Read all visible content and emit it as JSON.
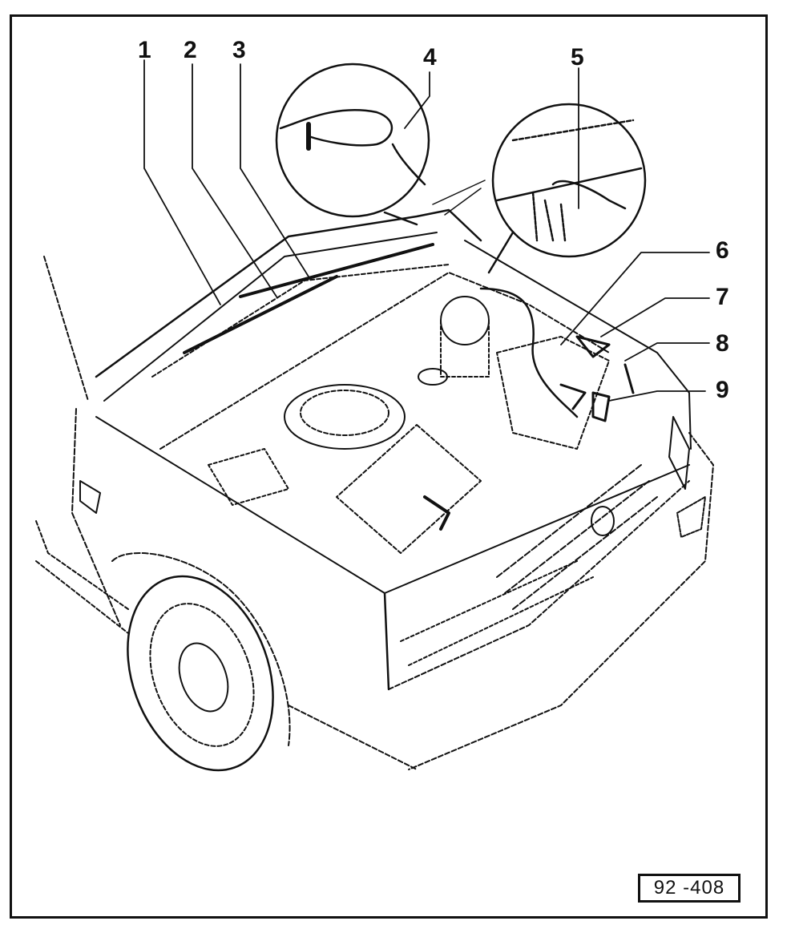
{
  "figure": {
    "id_label": "92 -408",
    "line_color": "#111111",
    "background_color": "#ffffff"
  },
  "callouts": [
    {
      "label": "1",
      "part": "callout-1"
    },
    {
      "label": "2",
      "part": "callout-2"
    },
    {
      "label": "3",
      "part": "callout-3"
    },
    {
      "label": "4",
      "part": "callout-4"
    },
    {
      "label": "5",
      "part": "callout-5"
    },
    {
      "label": "6",
      "part": "callout-6"
    },
    {
      "label": "7",
      "part": "callout-7"
    },
    {
      "label": "8",
      "part": "callout-8"
    },
    {
      "label": "9",
      "part": "callout-9"
    }
  ]
}
